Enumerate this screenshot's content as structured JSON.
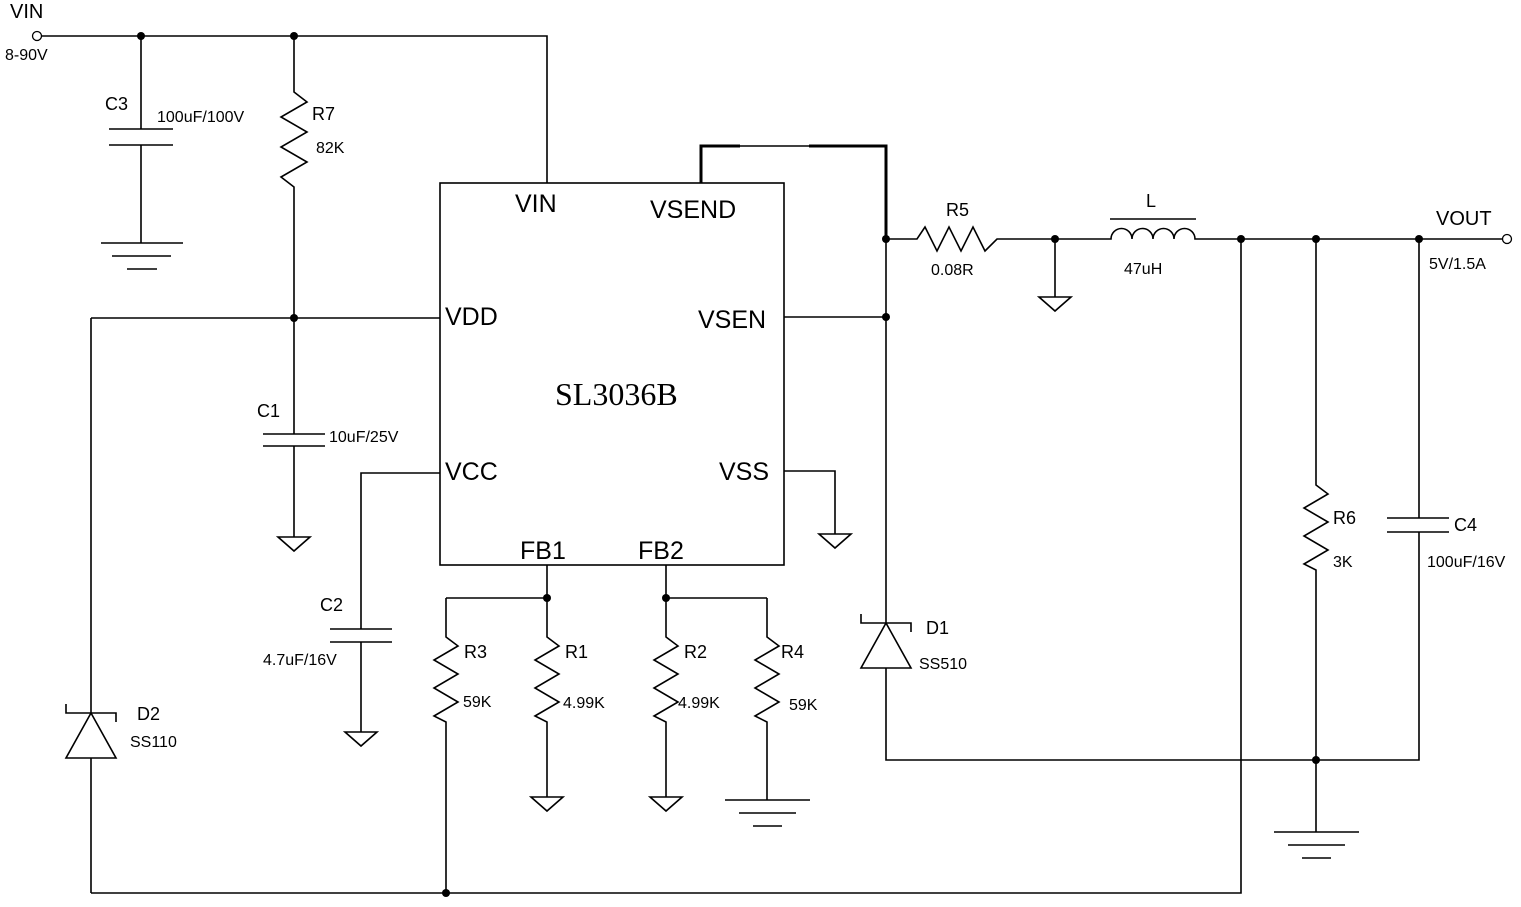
{
  "ports": {
    "vin": {
      "name": "VIN",
      "range": "8-90V"
    },
    "vout": {
      "name": "VOUT",
      "rating": "5V/1.5A"
    }
  },
  "ic": {
    "name": "SL3036B",
    "pins": {
      "vin": "VIN",
      "vsend": "VSEND",
      "vdd": "VDD",
      "vsen": "VSEN",
      "vcc": "VCC",
      "vss": "VSS",
      "fb1": "FB1",
      "fb2": "FB2"
    }
  },
  "components": {
    "c3": {
      "ref": "C3",
      "value": "100uF/100V"
    },
    "r7": {
      "ref": "R7",
      "value": "82K"
    },
    "c1": {
      "ref": "C1",
      "value": "10uF/25V"
    },
    "c2": {
      "ref": "C2",
      "value": "4.7uF/16V"
    },
    "d2": {
      "ref": "D2",
      "value": "SS110"
    },
    "r3": {
      "ref": "R3",
      "value": "59K"
    },
    "r1": {
      "ref": "R1",
      "value": "4.99K"
    },
    "r2": {
      "ref": "R2",
      "value": "4.99K"
    },
    "r4": {
      "ref": "R4",
      "value": "59K"
    },
    "r5": {
      "ref": "R5",
      "value": "0.08R"
    },
    "l": {
      "ref": "L",
      "value": "47uH"
    },
    "d1": {
      "ref": "D1",
      "value": "SS510"
    },
    "r6": {
      "ref": "R6",
      "value": "3K"
    },
    "c4": {
      "ref": "C4",
      "value": "100uF/16V"
    }
  }
}
